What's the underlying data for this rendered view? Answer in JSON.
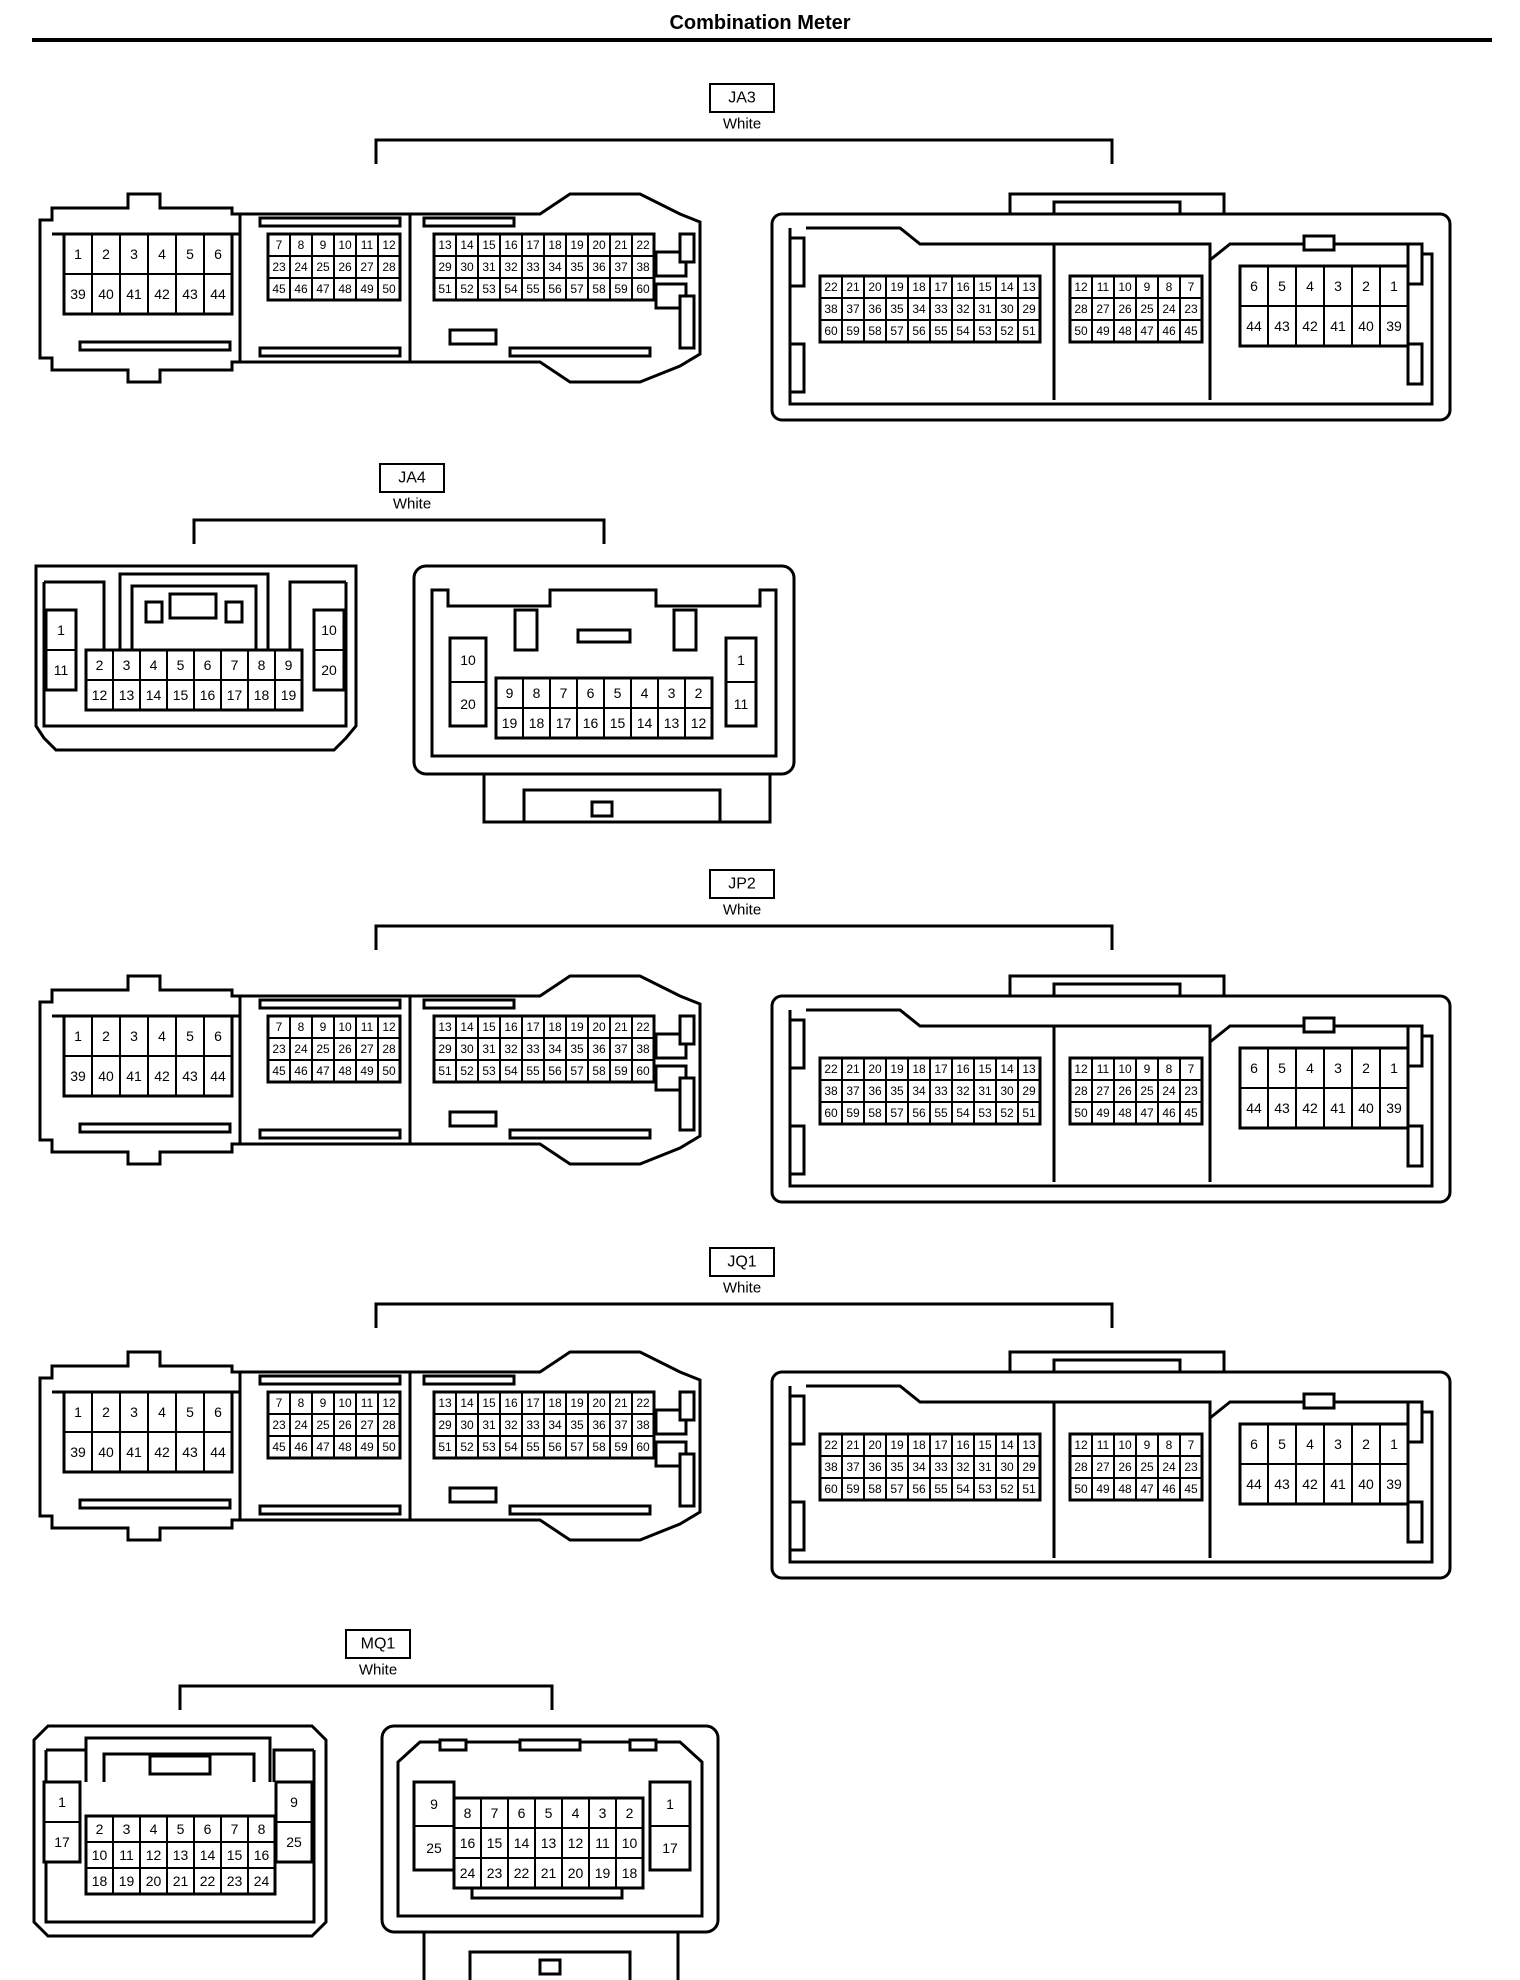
{
  "title": "Combination Meter",
  "groups": [
    {
      "id": "JA3",
      "color": "White",
      "type": "A"
    },
    {
      "id": "JA4",
      "color": "White",
      "type": "B"
    },
    {
      "id": "JP2",
      "color": "White",
      "type": "A"
    },
    {
      "id": "JQ1",
      "color": "White",
      "type": "A"
    },
    {
      "id": "MQ1",
      "color": "White",
      "type": "C"
    }
  ],
  "layouts": {
    "A": {
      "male_left": [
        [
          "1",
          "2",
          "3",
          "4",
          "5",
          "6"
        ],
        [
          "39",
          "40",
          "41",
          "42",
          "43",
          "44"
        ]
      ],
      "male_middle": [
        [
          "7",
          "8",
          "9",
          "10",
          "11",
          "12"
        ],
        [
          "23",
          "24",
          "25",
          "26",
          "27",
          "28"
        ],
        [
          "45",
          "46",
          "47",
          "48",
          "49",
          "50"
        ]
      ],
      "male_right": [
        [
          "13",
          "14",
          "15",
          "16",
          "17",
          "18",
          "19",
          "20",
          "21",
          "22"
        ],
        [
          "29",
          "30",
          "31",
          "32",
          "33",
          "34",
          "35",
          "36",
          "37",
          "38"
        ],
        [
          "51",
          "52",
          "53",
          "54",
          "55",
          "56",
          "57",
          "58",
          "59",
          "60"
        ]
      ],
      "female_left": [
        [
          "22",
          "21",
          "20",
          "19",
          "18",
          "17",
          "16",
          "15",
          "14",
          "13"
        ],
        [
          "38",
          "37",
          "36",
          "35",
          "34",
          "33",
          "32",
          "31",
          "30",
          "29"
        ],
        [
          "60",
          "59",
          "58",
          "57",
          "56",
          "55",
          "54",
          "53",
          "52",
          "51"
        ]
      ],
      "female_middle": [
        [
          "12",
          "11",
          "10",
          "9",
          "8",
          "7"
        ],
        [
          "28",
          "27",
          "26",
          "25",
          "24",
          "23"
        ],
        [
          "50",
          "49",
          "48",
          "47",
          "46",
          "45"
        ]
      ],
      "female_right": [
        [
          "6",
          "5",
          "4",
          "3",
          "2",
          "1"
        ],
        [
          "44",
          "43",
          "42",
          "41",
          "40",
          "39"
        ]
      ]
    },
    "B": {
      "male_side_left": [
        [
          "1"
        ],
        [
          "11"
        ]
      ],
      "male_center": [
        [
          "2",
          "3",
          "4",
          "5",
          "6",
          "7",
          "8",
          "9"
        ],
        [
          "12",
          "13",
          "14",
          "15",
          "16",
          "17",
          "18",
          "19"
        ]
      ],
      "male_side_right": [
        [
          "10"
        ],
        [
          "20"
        ]
      ],
      "female_side_left": [
        [
          "10"
        ],
        [
          "20"
        ]
      ],
      "female_center": [
        [
          "9",
          "8",
          "7",
          "6",
          "5",
          "4",
          "3",
          "2"
        ],
        [
          "19",
          "18",
          "17",
          "16",
          "15",
          "14",
          "13",
          "12"
        ]
      ],
      "female_side_right": [
        [
          "1"
        ],
        [
          "11"
        ]
      ]
    },
    "C": {
      "male_side_left": [
        [
          "1"
        ],
        [
          "17"
        ]
      ],
      "male_center": [
        [
          "2",
          "3",
          "4",
          "5",
          "6",
          "7",
          "8"
        ],
        [
          "10",
          "11",
          "12",
          "13",
          "14",
          "15",
          "16"
        ],
        [
          "18",
          "19",
          "20",
          "21",
          "22",
          "23",
          "24"
        ]
      ],
      "male_side_right": [
        [
          "9"
        ],
        [
          "25"
        ]
      ],
      "female_side_left": [
        [
          "9"
        ],
        [
          "25"
        ]
      ],
      "female_center": [
        [
          "8",
          "7",
          "6",
          "5",
          "4",
          "3",
          "2"
        ],
        [
          "16",
          "15",
          "14",
          "13",
          "12",
          "11",
          "10"
        ],
        [
          "24",
          "23",
          "22",
          "21",
          "20",
          "19",
          "18"
        ]
      ],
      "female_side_right": [
        [
          "1"
        ],
        [
          "17"
        ]
      ]
    }
  }
}
